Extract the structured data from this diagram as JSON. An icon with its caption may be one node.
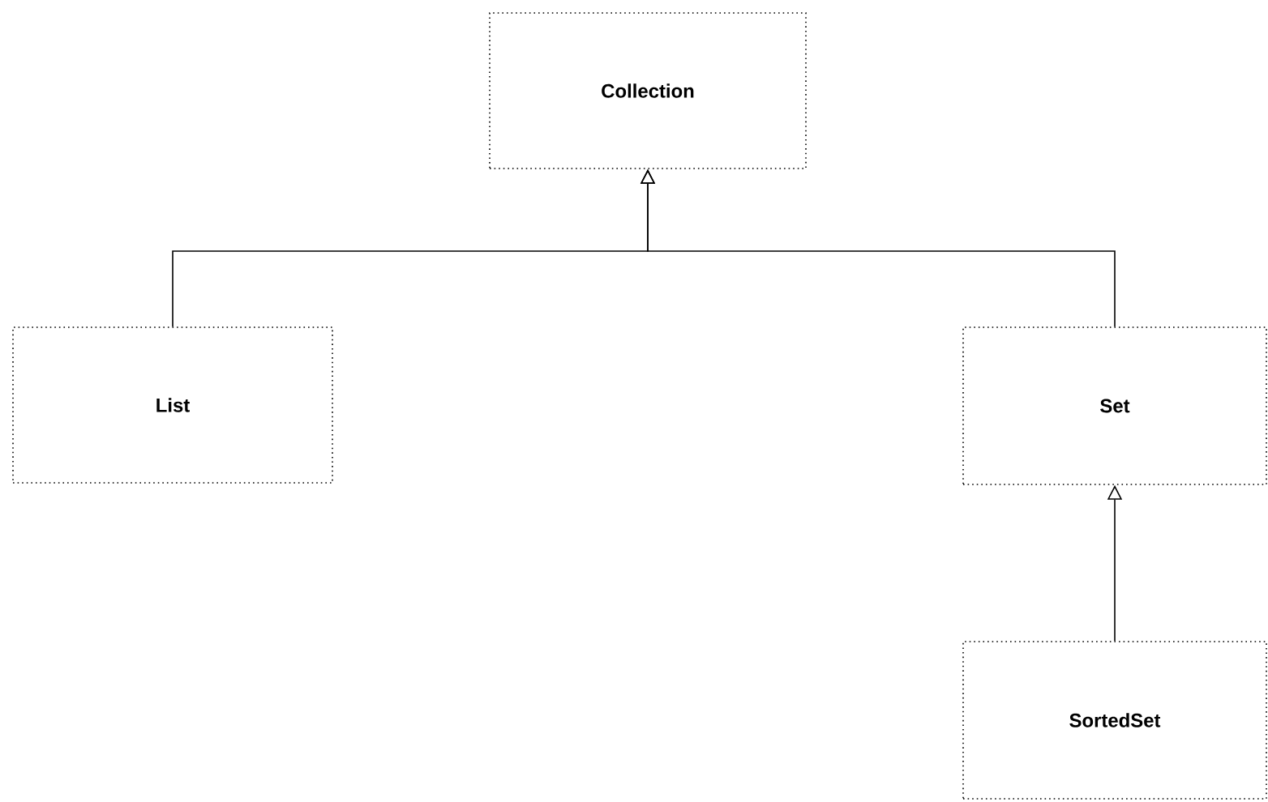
{
  "diagram": {
    "nodes": [
      {
        "text": [
          "Collection"
        ]
      },
      {
        "text": [
          "List"
        ]
      },
      {
        "text": [
          "Set"
        ]
      },
      {
        "text": [
          "SortedSet"
        ]
      }
    ],
    "edges": [
      {
        "from": 1,
        "to": 0,
        "arrow": "to"
      },
      {
        "from": 2,
        "to": 0,
        "arrow": "to"
      },
      {
        "from": 3,
        "to": 2,
        "arrow": "to"
      }
    ]
  }
}
